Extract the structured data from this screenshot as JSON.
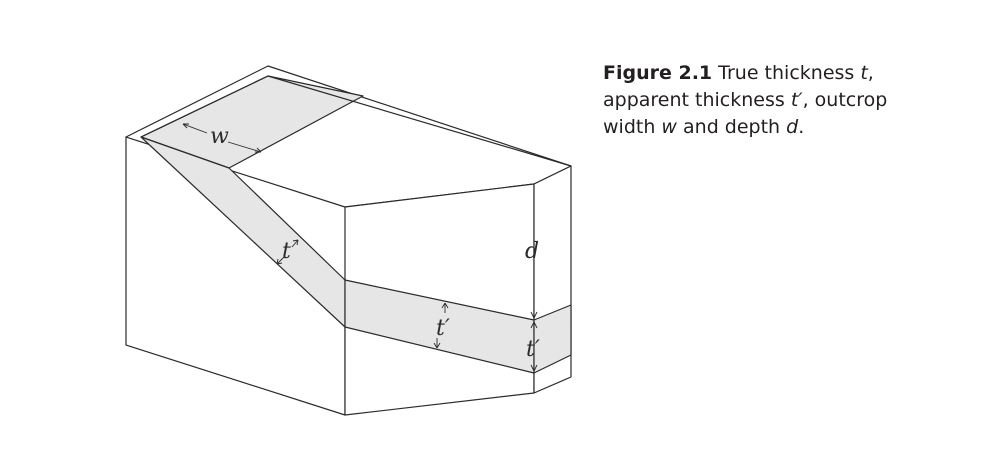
{
  "caption": {
    "figure_number": "Figure 2.1",
    "text_1": "True thickness ",
    "var_t": "t",
    "text_2": ", apparent thickness ",
    "var_t_prime": "t′",
    "text_3": ", outcrop width ",
    "var_w": "w",
    "text_4": " and depth ",
    "var_d": "d",
    "text_5": "."
  },
  "labels": {
    "w": "w",
    "t": "t",
    "t_prime_front": "t′",
    "d": "d",
    "t_prime_right": "t′"
  },
  "colors": {
    "bed_fill": "#e6e6e6",
    "line": "#2b2b2b",
    "text": "#231f20"
  }
}
